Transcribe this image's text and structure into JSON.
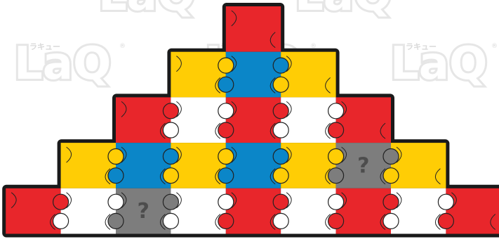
{
  "watermark": {
    "brand_text": "LaQ",
    "kana_text": "ラキュー",
    "registered_mark": "®"
  },
  "colors": {
    "red": "#e8262b",
    "yellow": "#ffcd05",
    "blue": "#0b86c8",
    "white": "#ffffff",
    "gray": "#7d7d7d",
    "outline": "#1a1a1a"
  },
  "puzzle": {
    "rows": [
      {
        "cells": [
          "red"
        ]
      },
      {
        "cells": [
          "yellow",
          "blue",
          "yellow"
        ]
      },
      {
        "cells": [
          "red",
          "white",
          "red",
          "white",
          "red"
        ]
      },
      {
        "cells": [
          "yellow",
          "blue",
          "yellow",
          "blue",
          "yellow",
          "gray",
          "yellow"
        ]
      },
      {
        "cells": [
          "red",
          "white",
          "gray",
          "white",
          "red",
          "white",
          "red",
          "white",
          "red"
        ]
      }
    ],
    "unknown_label": "?"
  }
}
